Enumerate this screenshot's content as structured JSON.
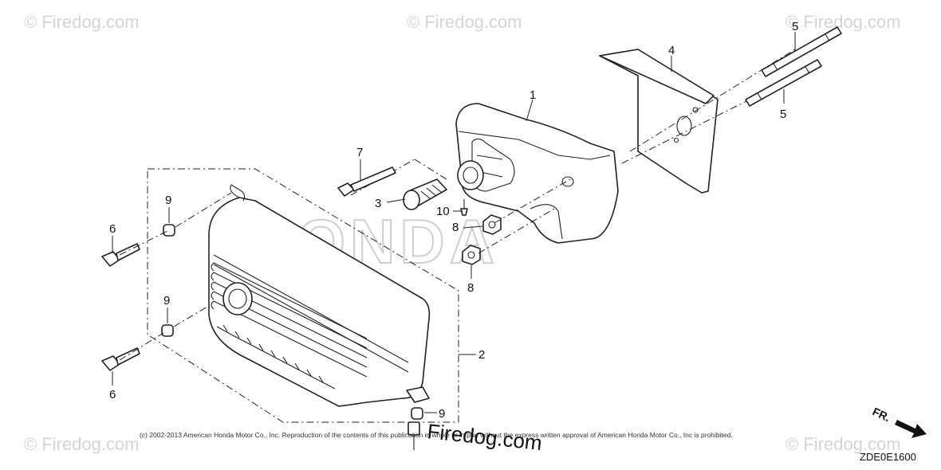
{
  "watermarks": {
    "corner_text": "© Firedog.com",
    "center_brand": "HONDA",
    "bottom_site": "Firedog.com"
  },
  "copyright": "(c) 2002-2013 American Honda Motor Co., Inc. Reproduction of the contents of this publication in whole or in part without the express written approval of American Honda Motor Co., Inc is prohibited.",
  "diagram_code": "ZDE0E1600",
  "direction_label": "FR.",
  "callouts": {
    "c1": "1",
    "c2": "2",
    "c3": "3",
    "c4": "4",
    "c5a": "5",
    "c5b": "5",
    "c6a": "6",
    "c6b": "6",
    "c7": "7",
    "c8a": "8",
    "c8b": "8",
    "c9a": "9",
    "c9b": "9",
    "c9c": "9",
    "c10": "10"
  }
}
